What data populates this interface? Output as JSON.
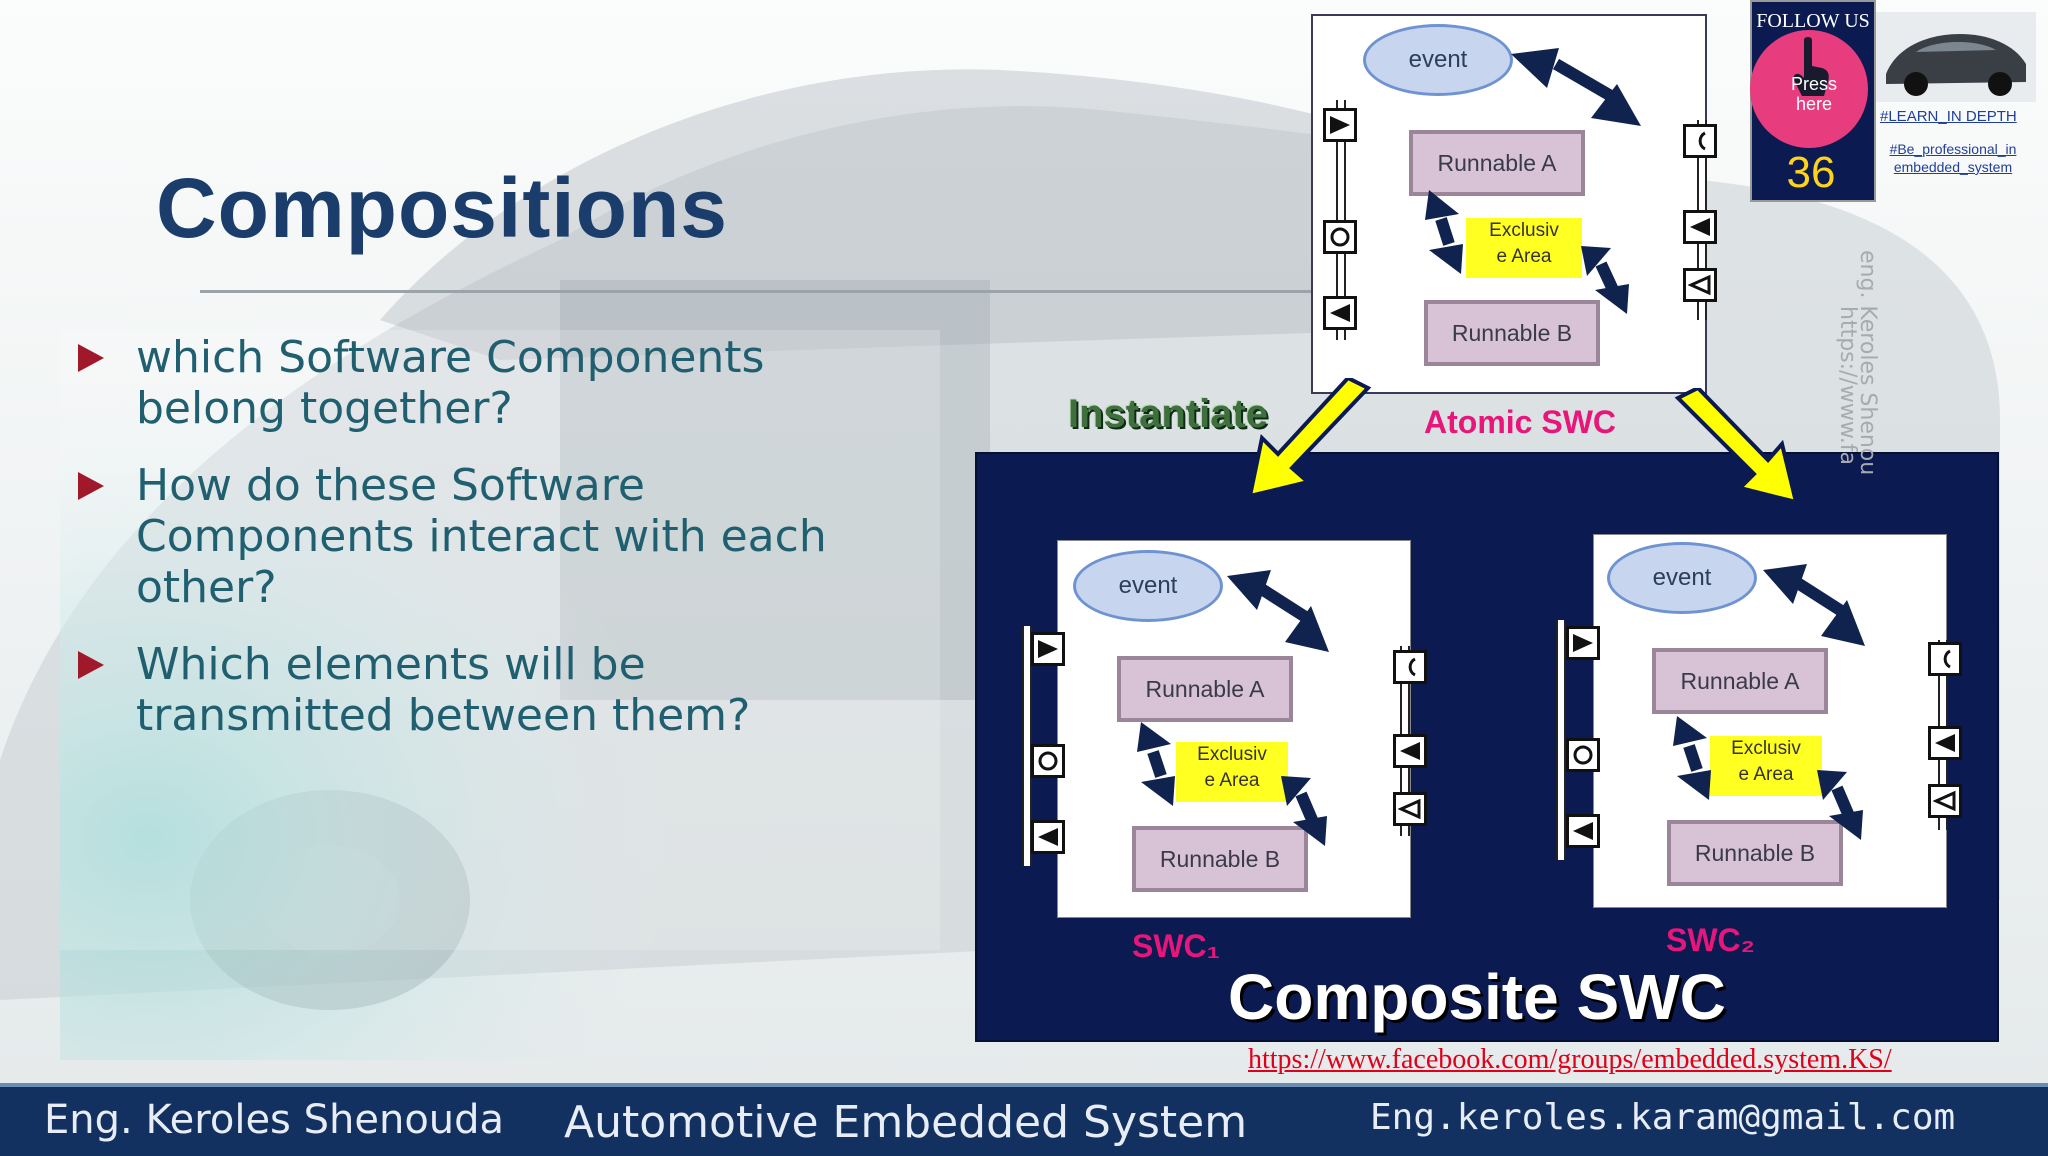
{
  "slide": {
    "title": "Compositions",
    "bullets": [
      "which Software Components belong together?",
      "How do these Software Components interact with each other?",
      "Which elements will be transmitted between them?"
    ]
  },
  "diagram": {
    "atomic_label": "Atomic SWC",
    "instantiate_label": "Instantiate",
    "composite_label": "Composite SWC",
    "swc1_label": "SWC₁",
    "swc2_label": "SWC₂",
    "event": "event",
    "runnable_a": "Runnable A",
    "runnable_b": "Runnable B",
    "exclusive_line1": "Exclusiv",
    "exclusive_line2": "e Area"
  },
  "follow": {
    "header": "FOLLOW US",
    "press": "Press here",
    "number": "36",
    "tag1": "#LEARN_IN DEPTH",
    "tag2": "#Be_professional_in embedded_system"
  },
  "watermark": {
    "line1": "eng. Keroles Shenou",
    "line2": "https://www.fa"
  },
  "link": "https://www.facebook.com/groups/embedded.system.KS/",
  "footer": {
    "author": "Eng. Keroles Shenouda",
    "course": "Automotive Embedded System",
    "email": "Eng.keroles.karam@gmail.com"
  },
  "colors": {
    "title": "#1a3d6b",
    "bullet_text": "#1f5f70",
    "bullet_marker": "#a0192a",
    "composite_bg": "#0c1a52",
    "label_pink": "#e8157a",
    "arrow_yellow": "#ffff00",
    "footer_bg": "#123060"
  }
}
